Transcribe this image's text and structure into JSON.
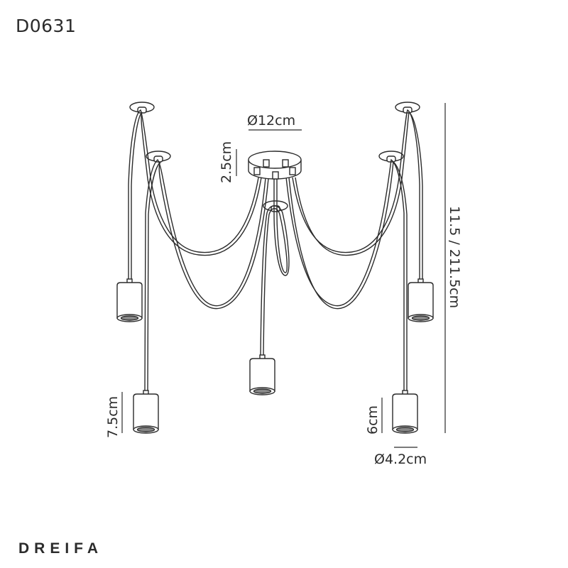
{
  "header": {
    "product_code": "D0631"
  },
  "footer": {
    "brand": "DREIFA"
  },
  "dimensions": {
    "canopy_diameter": "Ø12cm",
    "canopy_height": "2.5cm",
    "drop_height": "11.5 / 211.5cm",
    "lampholder_height_left": "7.5cm",
    "lampholder_height_right": "6cm",
    "lampholder_diameter": "Ø4.2cm"
  },
  "drawing": {
    "line_color": "#2b2b2b",
    "pendant_count": 5,
    "hook_count": 5
  }
}
